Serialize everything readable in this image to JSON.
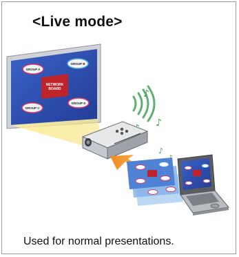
{
  "title": "<Live mode>",
  "caption": "Used for normal presentations.",
  "screen_content": {
    "center_label_line1": "NETWORK",
    "center_label_line2": "BOARD",
    "groups": [
      "GROUP A",
      "GROUP B",
      "GROUP C",
      "GROUP D"
    ]
  },
  "colors": {
    "screen_blue": "#2c4aa8",
    "board_red": "#c0242b",
    "beam_yellow": "#f6e27a",
    "arrow_orange": "#f4a43a",
    "wifi_green": "#3fa35a",
    "border_gray": "#9a9a9a"
  }
}
